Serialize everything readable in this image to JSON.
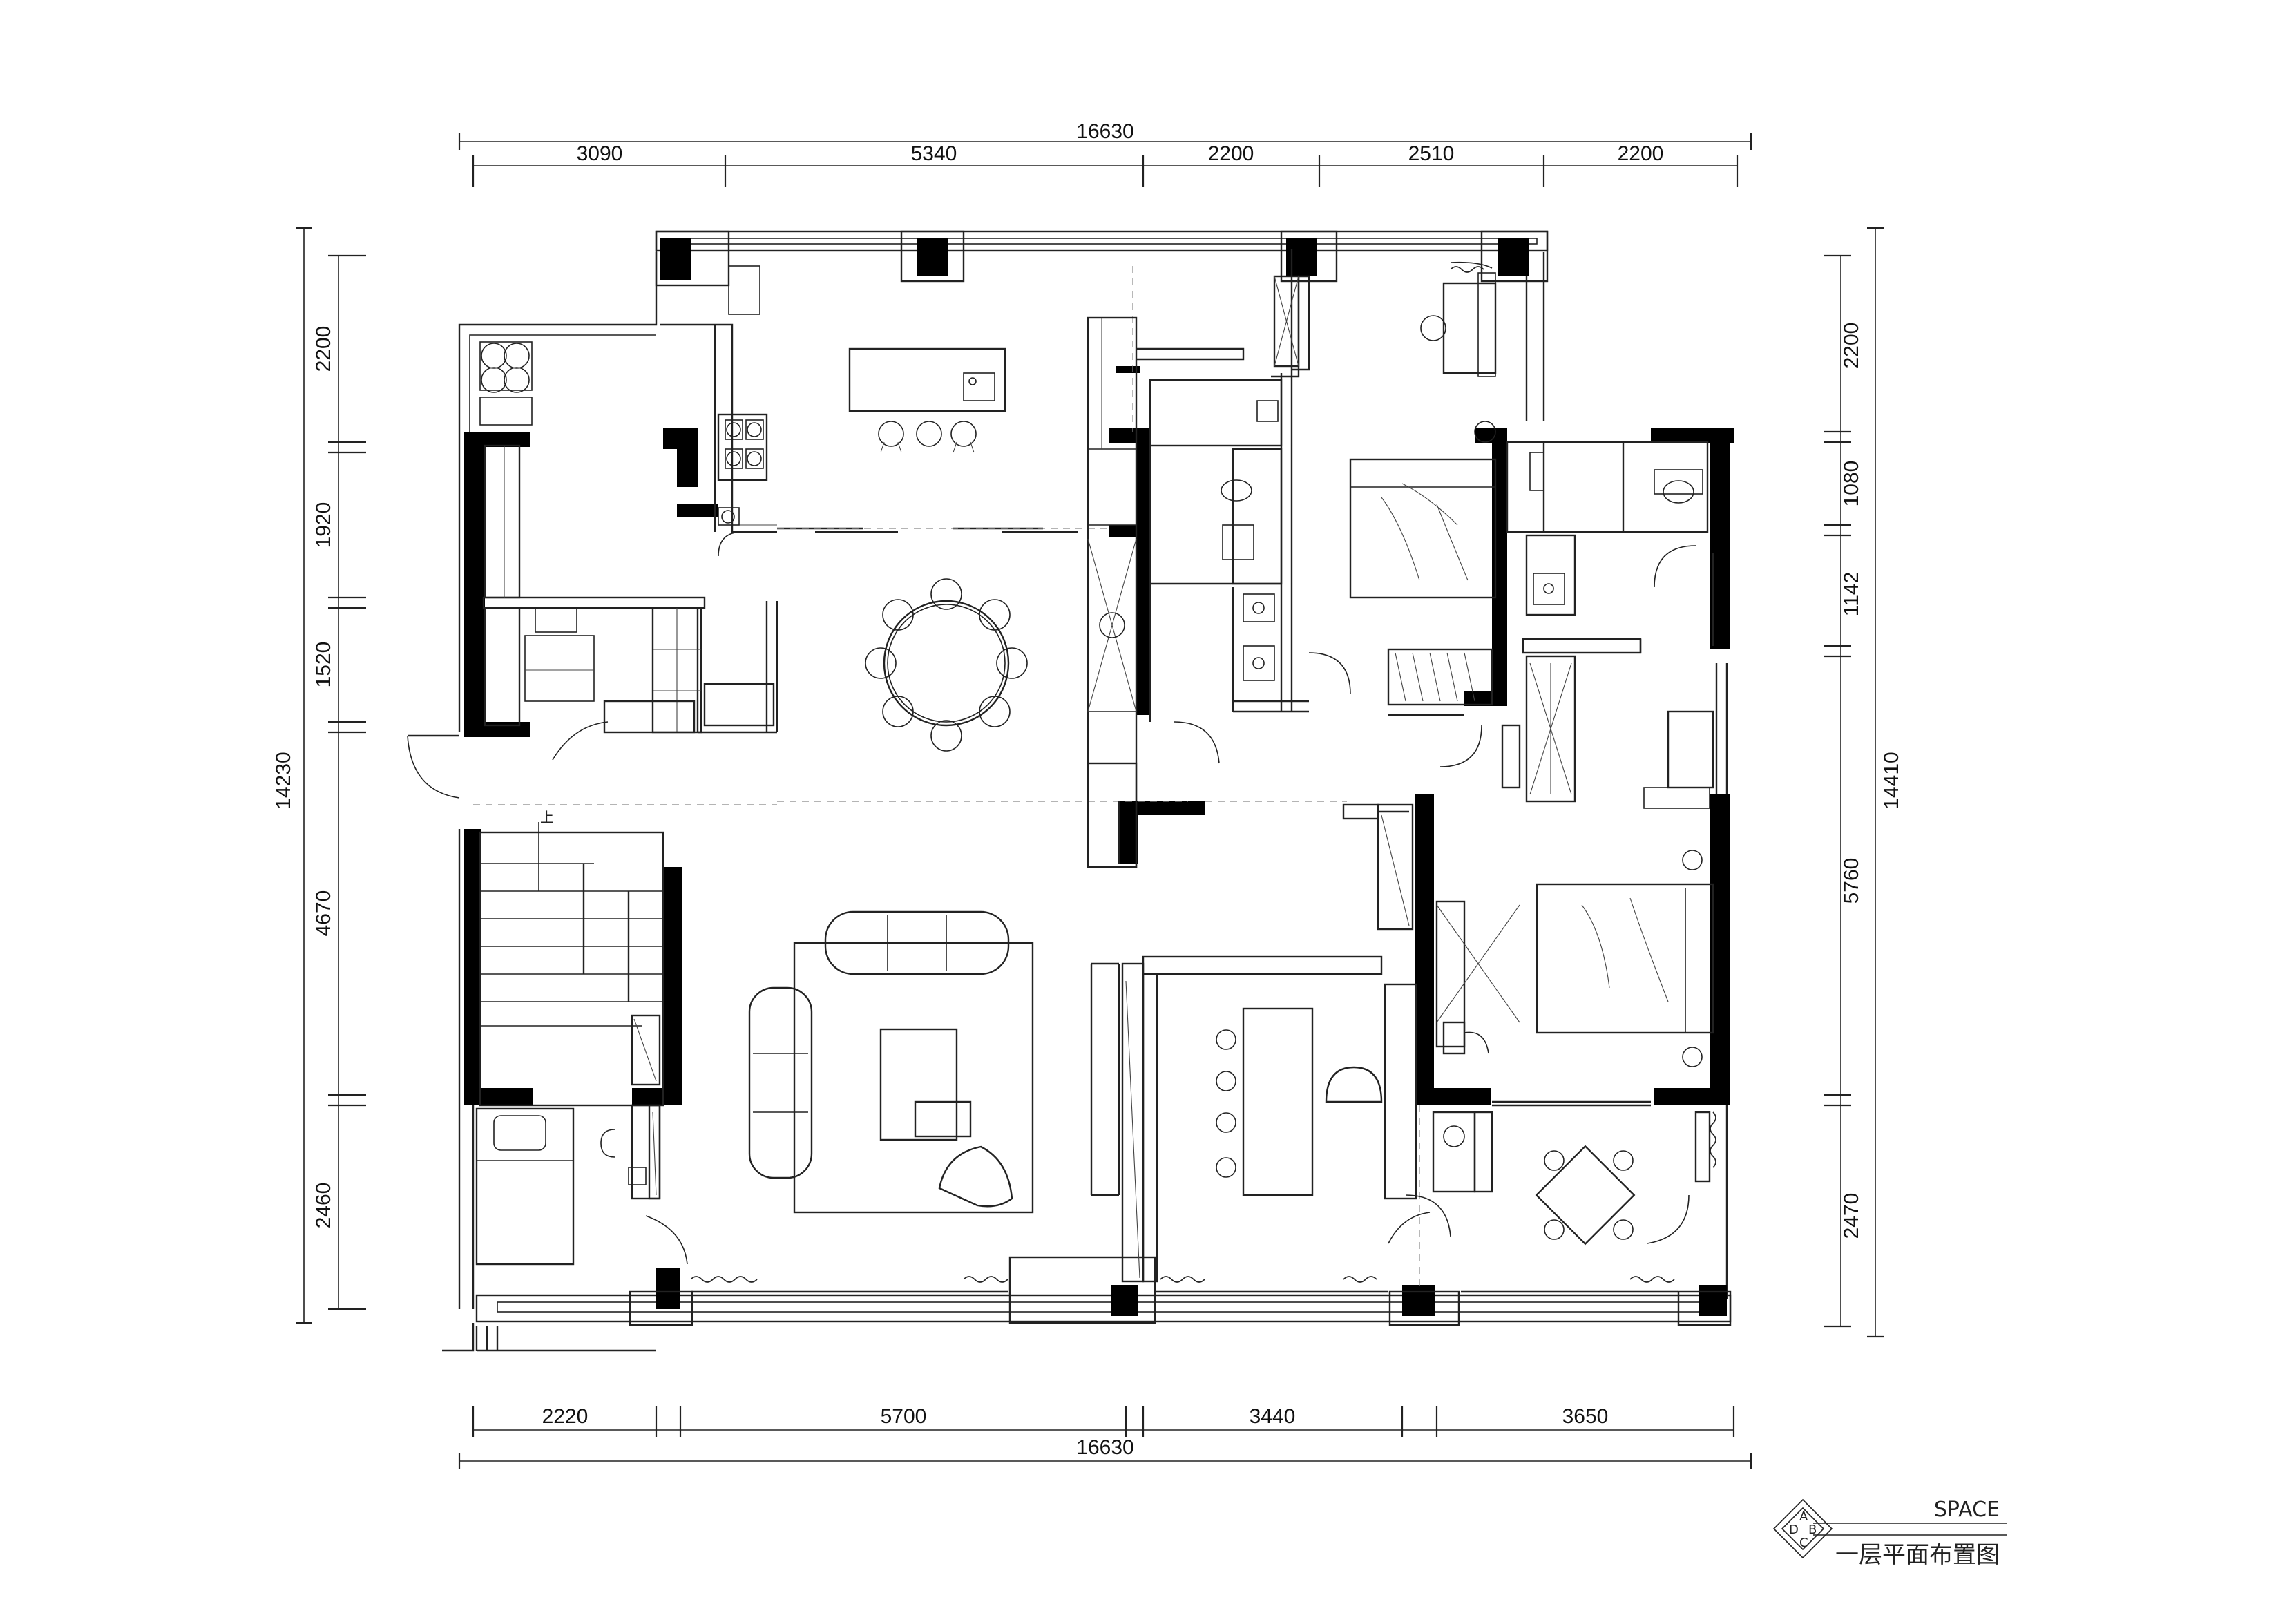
{
  "drawing": {
    "space_label": "SPACE",
    "title": "一层平面布置图",
    "compass_letters": [
      "A",
      "B",
      "C",
      "D"
    ]
  },
  "dimensions": {
    "top_total": "16630",
    "top_segments": [
      "3090",
      "5340",
      "2200",
      "2510",
      "2200"
    ],
    "bottom_total": "16630",
    "bottom_segments": [
      "2220",
      "5700",
      "3440",
      "3650"
    ],
    "left_total": "14230",
    "left_segments": [
      "2200",
      "1920",
      "1520",
      "4670",
      "2460"
    ],
    "right_total": "14410",
    "right_segments": [
      "2200",
      "1080",
      "1142",
      "5760",
      "2470"
    ]
  },
  "stair_label": "上"
}
